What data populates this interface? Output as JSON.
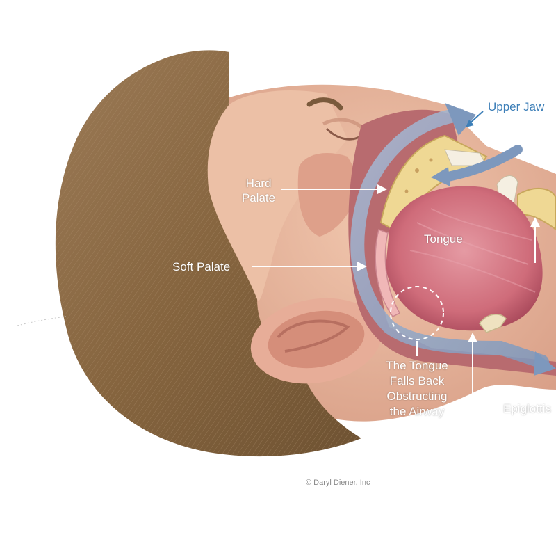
{
  "labels": {
    "upper_jaw": "Upper Jaw",
    "hard_palate_line1": "Hard",
    "hard_palate_line2": "Palate",
    "soft_palate": "Soft Palate",
    "tongue": "Tongue",
    "tongue_falls_line1": "The Tongue",
    "tongue_falls_line2": "Falls Back",
    "tongue_falls_line3": "Obstructing",
    "tongue_falls_line4": "the Airway",
    "epiglottis": "Epiglottis"
  },
  "credit": "© Daryl Diener, Inc",
  "colors": {
    "hair": "#8a6a4a",
    "skin": "#e8b69a",
    "tongue": "#d0707e",
    "airway": "#8aa3c4",
    "bone": "#e8d28e",
    "label_line": "#ffffff"
  }
}
